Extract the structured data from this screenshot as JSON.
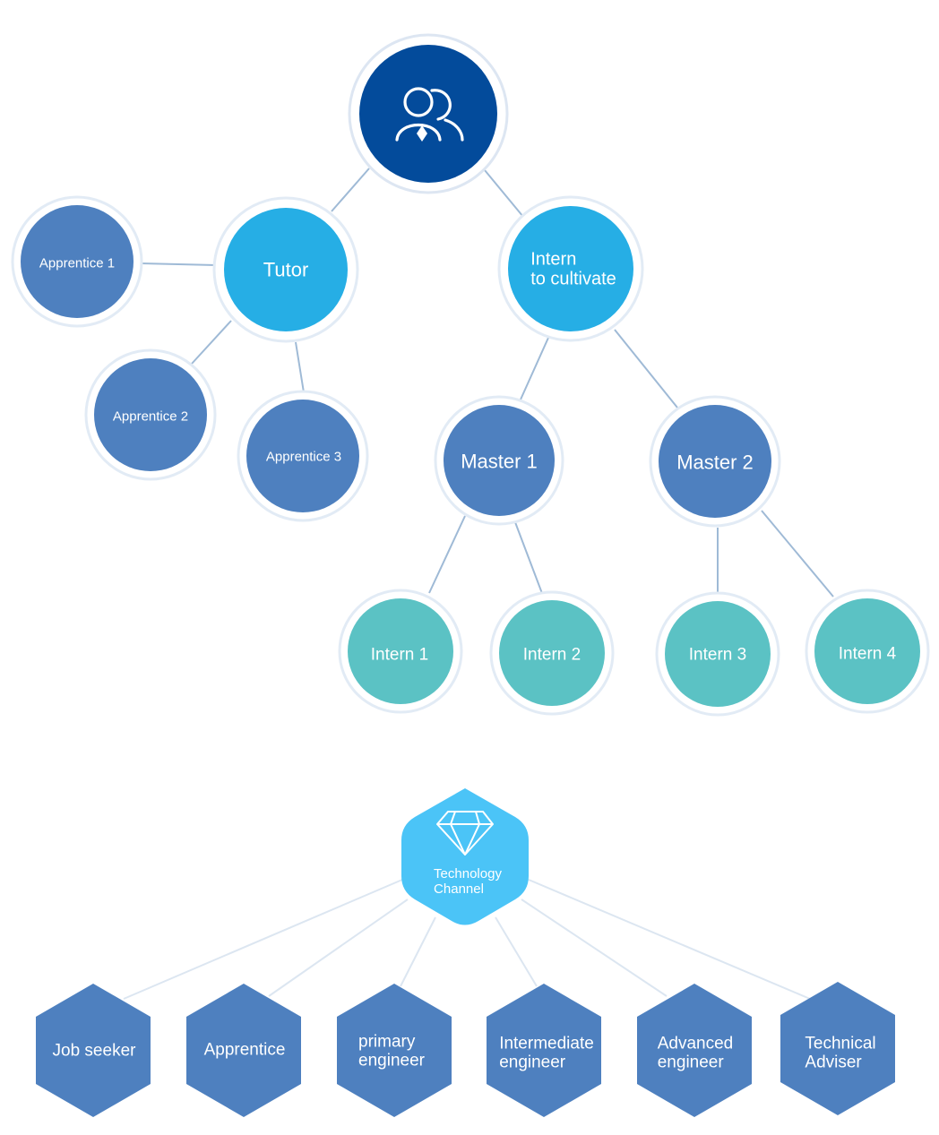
{
  "org_tree": {
    "root": {
      "icon": "users-icon"
    },
    "tutor": {
      "label": "Tutor"
    },
    "apprentices": [
      {
        "label": "Apprentice 1"
      },
      {
        "label": "Apprentice 2"
      },
      {
        "label": "Apprentice 3"
      }
    ],
    "intern_cultivate": {
      "line1": "Intern",
      "line2": "to cultivate"
    },
    "masters": [
      {
        "label": "Master 1"
      },
      {
        "label": "Master 2"
      }
    ],
    "interns": [
      {
        "label": "Intern 1"
      },
      {
        "label": "Intern 2"
      },
      {
        "label": "Intern 3"
      },
      {
        "label": "Intern 4"
      }
    ]
  },
  "channel": {
    "hub": {
      "icon": "diamond-icon",
      "line1": "Technology",
      "line2": "Channel"
    },
    "levels": [
      {
        "line1": "Job seeker",
        "line2": ""
      },
      {
        "line1": "Apprentice",
        "line2": ""
      },
      {
        "line1": "primary",
        "line2": "engineer"
      },
      {
        "line1": "Intermediate",
        "line2": "engineer"
      },
      {
        "line1": "Advanced",
        "line2": "engineer"
      },
      {
        "line1": "Technical",
        "line2": "Adviser"
      }
    ]
  },
  "colors": {
    "root": "#034B9B",
    "primary": "#26AEE5",
    "node": "#4E80BF",
    "intern": "#5BC2C4",
    "hub": "#4BC4F7",
    "hex": "#4E80BF",
    "connector": "#9FBAD6",
    "ring": "#E2EBF5"
  }
}
